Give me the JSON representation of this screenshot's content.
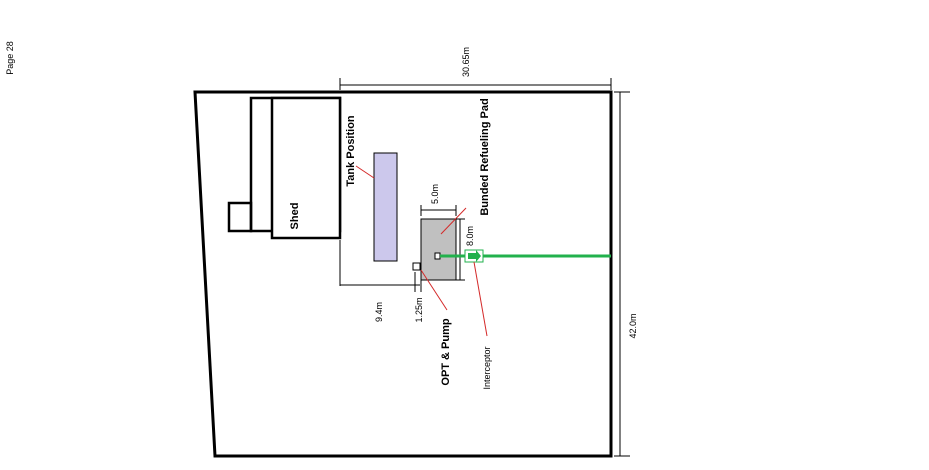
{
  "page_label": "Page 28",
  "dimensions": {
    "width_top": "30.65m",
    "height_right": "42.0m",
    "pad_width": "5.0m",
    "pad_length": "8.0m",
    "tank_offset": "9.4m",
    "pump_offset": "1.25m"
  },
  "labels": {
    "shed": "Shed",
    "tank_position": "Tank Position",
    "bunded_refueling_pad": "Bunded Refueling Pad",
    "opt_pump": "OPT & Pump",
    "interceptor": "Interceptor"
  },
  "colors": {
    "tank_fill": "#ccc8ec",
    "pad_fill": "#c0c0c0",
    "drain_line": "#22b14c",
    "leader": "#d42a2a",
    "outline": "#000000"
  }
}
